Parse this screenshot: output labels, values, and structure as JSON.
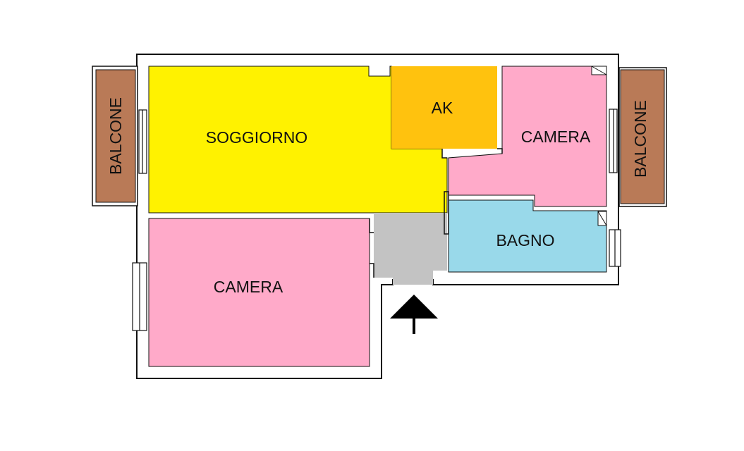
{
  "rooms": {
    "soggiorno": {
      "label": "SOGGIORNO",
      "color": "#FFF200"
    },
    "ak": {
      "label": "AK",
      "color": "#FFC20E"
    },
    "camera_top": {
      "label": "CAMERA",
      "color": "#FFAAC9"
    },
    "bagno": {
      "label": "BAGNO",
      "color": "#99D9EA"
    },
    "camera_bottom": {
      "label": "CAMERA",
      "color": "#FFAAC9"
    },
    "hall": {
      "color": "#C3C3C3"
    },
    "balcone_left": {
      "label": "BALCONE",
      "color": "#B97A57"
    },
    "balcone_right": {
      "label": "BALCONE",
      "color": "#B97A57"
    }
  },
  "entrance": {
    "icon": "entrance-arrow-icon",
    "color": "#000000"
  },
  "colors": {
    "wall": "#111111",
    "wall_fill": "#ffffff"
  }
}
